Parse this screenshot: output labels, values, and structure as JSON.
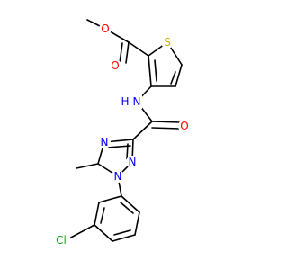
{
  "colors": {
    "bond": "#000000",
    "oxygen": "#ff0000",
    "nitrogen": "#0000ff",
    "sulfur": "#c8b400",
    "chlorine": "#1fa21f"
  },
  "atoms": {
    "o_ether": "O",
    "o_ester": "O",
    "s_thiophene": "S",
    "n_amide": "N",
    "h_amide": "H",
    "o_amide": "O",
    "n4_triazole": "N",
    "n2_triazole": "N",
    "n1_triazole": "N",
    "cl": "Cl"
  }
}
